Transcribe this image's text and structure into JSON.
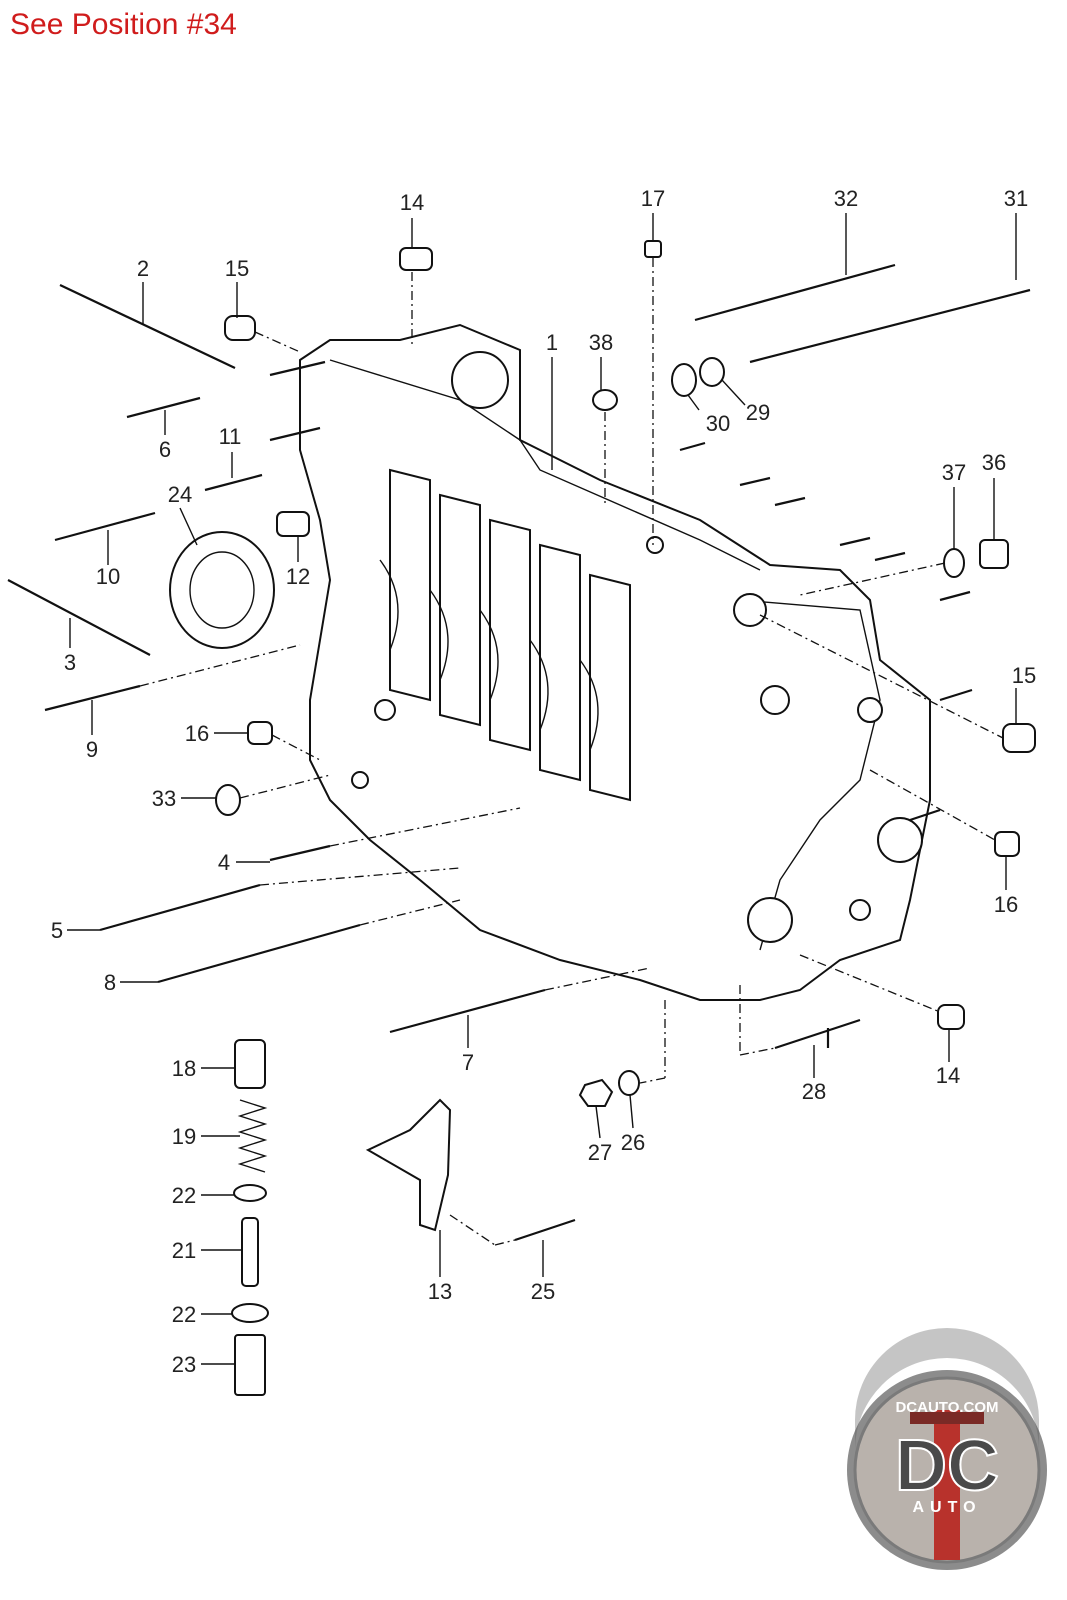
{
  "header": {
    "note": "See Position #34"
  },
  "callouts": [
    {
      "id": "1",
      "text": "1"
    },
    {
      "id": "2",
      "text": "2"
    },
    {
      "id": "3",
      "text": "3"
    },
    {
      "id": "4",
      "text": "4"
    },
    {
      "id": "5",
      "text": "5"
    },
    {
      "id": "6",
      "text": "6"
    },
    {
      "id": "7",
      "text": "7"
    },
    {
      "id": "8",
      "text": "8"
    },
    {
      "id": "9",
      "text": "9"
    },
    {
      "id": "10",
      "text": "10"
    },
    {
      "id": "11",
      "text": "11"
    },
    {
      "id": "12",
      "text": "12"
    },
    {
      "id": "13",
      "text": "13"
    },
    {
      "id": "14a",
      "text": "14"
    },
    {
      "id": "14b",
      "text": "14"
    },
    {
      "id": "15a",
      "text": "15"
    },
    {
      "id": "15b",
      "text": "15"
    },
    {
      "id": "16a",
      "text": "16"
    },
    {
      "id": "16b",
      "text": "16"
    },
    {
      "id": "17",
      "text": "17"
    },
    {
      "id": "18",
      "text": "18"
    },
    {
      "id": "19",
      "text": "19"
    },
    {
      "id": "21",
      "text": "21"
    },
    {
      "id": "22a",
      "text": "22"
    },
    {
      "id": "22b",
      "text": "22"
    },
    {
      "id": "23",
      "text": "23"
    },
    {
      "id": "24",
      "text": "24"
    },
    {
      "id": "25",
      "text": "25"
    },
    {
      "id": "26",
      "text": "26"
    },
    {
      "id": "27",
      "text": "27"
    },
    {
      "id": "28",
      "text": "28"
    },
    {
      "id": "29",
      "text": "29"
    },
    {
      "id": "30",
      "text": "30"
    },
    {
      "id": "31",
      "text": "31"
    },
    {
      "id": "32",
      "text": "32"
    },
    {
      "id": "33",
      "text": "33"
    },
    {
      "id": "36",
      "text": "36"
    },
    {
      "id": "37",
      "text": "37"
    },
    {
      "id": "38",
      "text": "38"
    }
  ],
  "logo": {
    "site": "DCAUTO.COM",
    "mark": "DC",
    "sub": "AUTO"
  },
  "colors": {
    "note": "#d01c1c",
    "ink": "#111111",
    "logo_red": "#b8322c",
    "logo_gray": "#5a5a5a"
  }
}
